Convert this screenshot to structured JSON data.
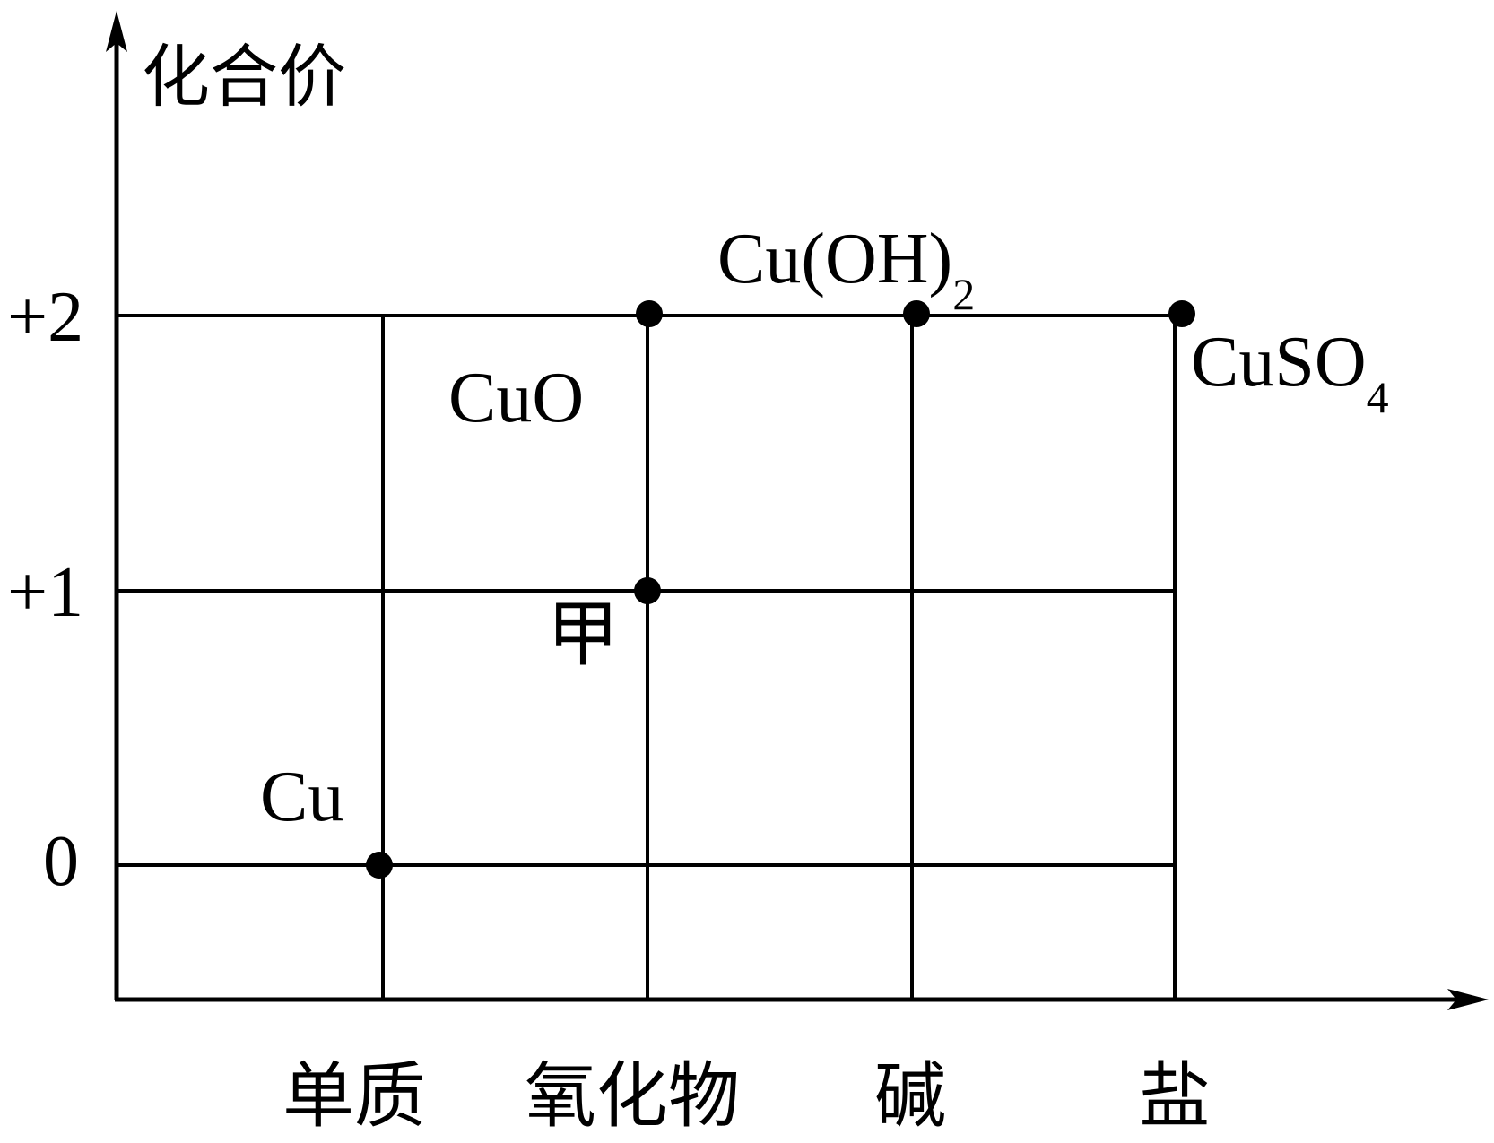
{
  "y_axis": {
    "label": "化合价",
    "ticks": [
      "+2",
      "+1",
      "0"
    ]
  },
  "x_axis": {
    "categories": [
      "单质",
      "氧化物",
      "碱",
      "盐"
    ]
  },
  "points": [
    {
      "category": "单质",
      "valence": 0,
      "label": "Cu"
    },
    {
      "category": "氧化物",
      "valence": 2,
      "label": "CuO"
    },
    {
      "category": "氧化物",
      "valence": 1,
      "label": "甲"
    },
    {
      "category": "碱",
      "valence": 2,
      "label_main": "Cu(OH)",
      "label_sub": "2"
    },
    {
      "category": "盐",
      "valence": 2,
      "label_main": "CuSO",
      "label_sub": "4"
    }
  ],
  "colors": {
    "ink": "#000000",
    "background": "#ffffff"
  }
}
